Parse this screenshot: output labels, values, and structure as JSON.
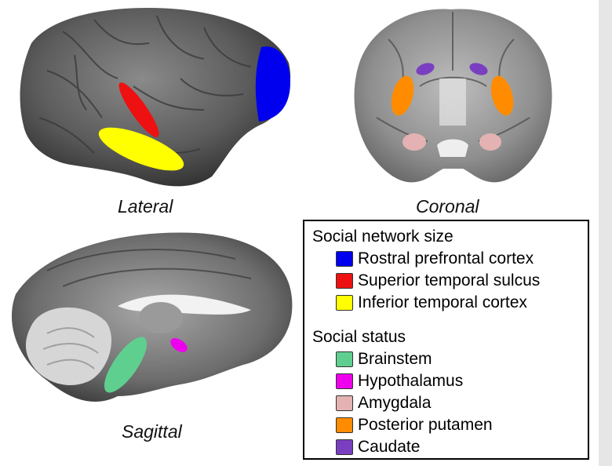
{
  "views": {
    "lateral": "Lateral",
    "coronal": "Coronal",
    "sagittal": "Sagittal"
  },
  "legend": {
    "groups": [
      {
        "heading": "Social network size",
        "items": [
          {
            "label": "Rostral prefrontal cortex",
            "color": "#0000ee"
          },
          {
            "label": "Superior temporal sulcus",
            "color": "#ee1111"
          },
          {
            "label": "Inferior temporal cortex",
            "color": "#ffff00"
          }
        ]
      },
      {
        "heading": "Social status",
        "items": [
          {
            "label": "Brainstem",
            "color": "#5fcf8f"
          },
          {
            "label": "Hypothalamus",
            "color": "#ee00ee"
          },
          {
            "label": "Amygdala",
            "color": "#e4b2b2"
          },
          {
            "label": "Posterior putamen",
            "color": "#ff8c00"
          },
          {
            "label": "Caudate",
            "color": "#7a3fc0"
          }
        ]
      }
    ]
  }
}
